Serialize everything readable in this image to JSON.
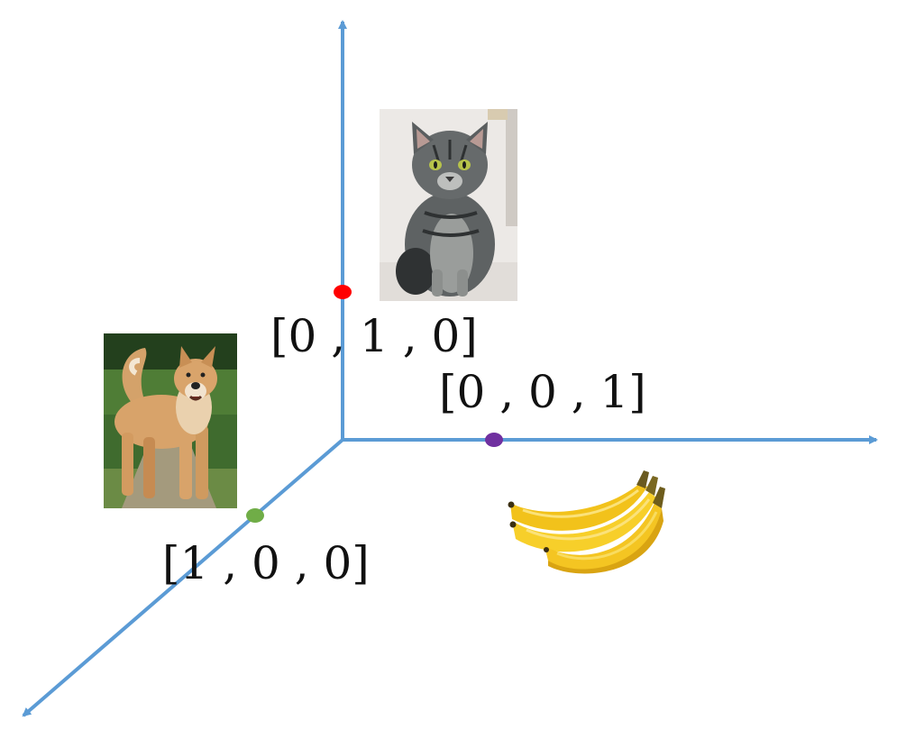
{
  "colors": {
    "axis": "#5b9bd5",
    "dog_point": "#70ad47",
    "cat_point": "#ff0000",
    "banana_point": "#7030a0"
  },
  "labels": {
    "dog_vector": "[1 , 0 , 0]",
    "cat_vector": "[0 , 1 , 0]",
    "banana_vector": "[0 , 0 , 1]"
  },
  "images": {
    "cat": "cat-photo",
    "dog": "dog-photo",
    "banana": "banana-photo"
  }
}
